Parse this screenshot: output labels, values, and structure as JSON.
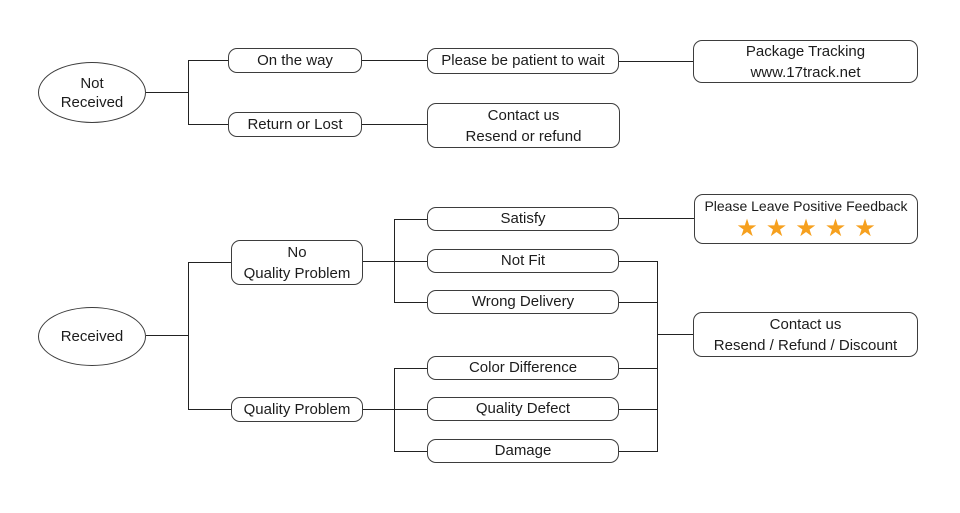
{
  "colors": {
    "star": "#F6A01E",
    "line": "#222222",
    "border": "#3d3d3d"
  },
  "nodes": {
    "not_received": {
      "line1": "Not",
      "line2": "Received"
    },
    "on_the_way": {
      "label": "On the way"
    },
    "please_wait": {
      "label": "Please be patient to wait"
    },
    "package_tracking": {
      "line1": "Package Tracking",
      "line2": "www.17track.net"
    },
    "return_or_lost": {
      "label": "Return or Lost"
    },
    "contact_resend": {
      "line1": "Contact us",
      "line2": "Resend or refund"
    },
    "received": {
      "label": "Received"
    },
    "no_quality_problem": {
      "line1": "No",
      "line2": "Quality Problem"
    },
    "quality_problem": {
      "label": "Quality Problem"
    },
    "satisfy": {
      "label": "Satisfy"
    },
    "not_fit": {
      "label": "Not Fit"
    },
    "wrong_delivery": {
      "label": "Wrong Delivery"
    },
    "color_difference": {
      "label": "Color Difference"
    },
    "quality_defect": {
      "label": "Quality Defect"
    },
    "damage": {
      "label": "Damage"
    },
    "positive_feedback": {
      "title": "Please Leave Positive Feedback",
      "stars": "★★★★★"
    },
    "contact_discount": {
      "line1": "Contact us",
      "line2": "Resend / Refund / Discount"
    }
  }
}
